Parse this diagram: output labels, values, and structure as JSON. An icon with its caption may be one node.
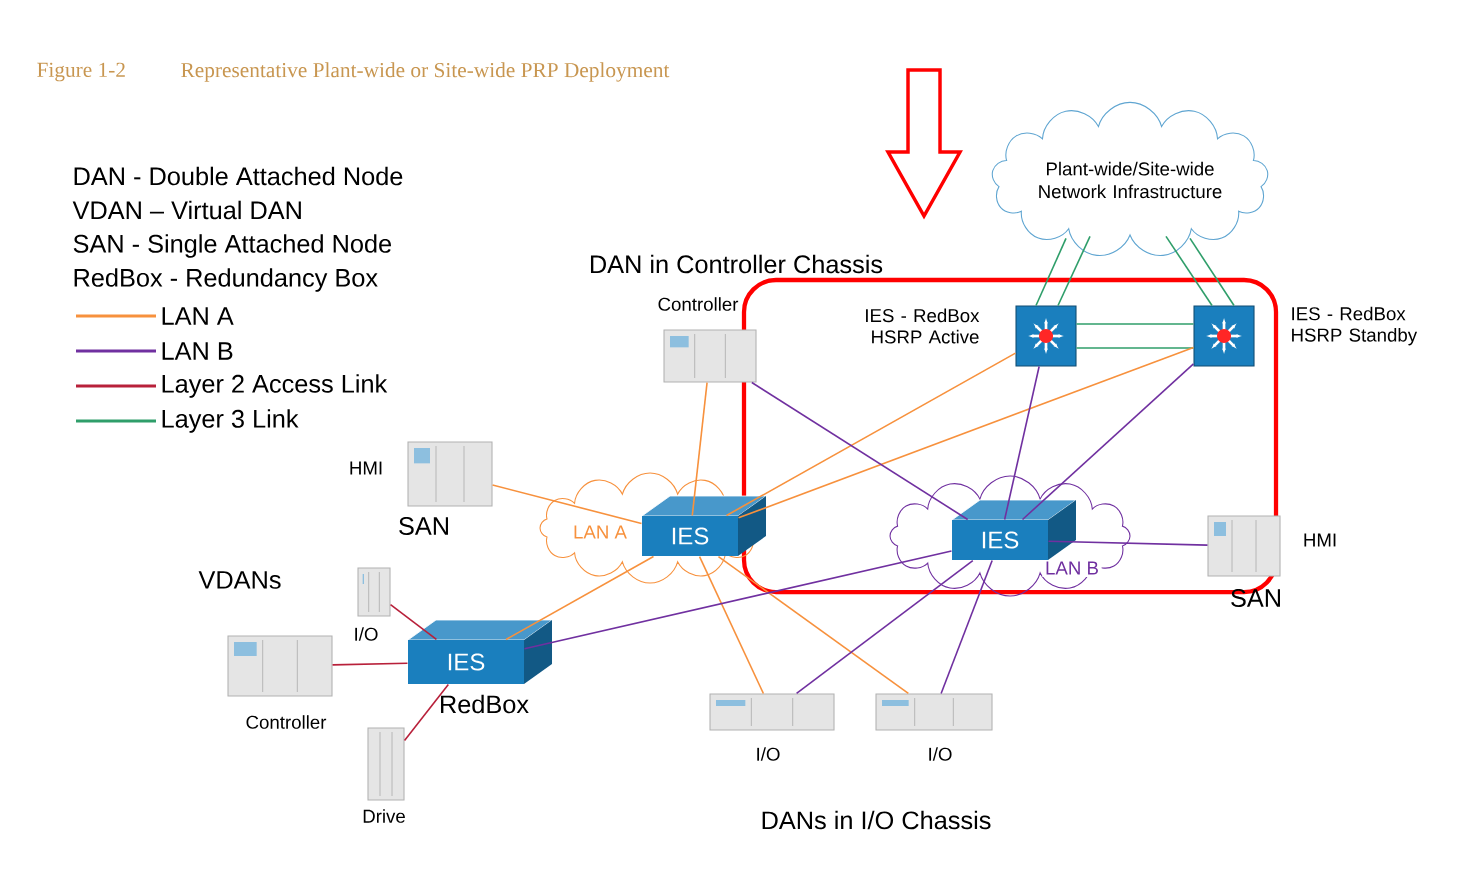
{
  "diagram": {
    "title": "Representative Plant-wide or Site-wide PRP Deployment",
    "nodes": [
      {
        "text": [
          "Plant-wide/Site-wide Network Infrastructure"
        ]
      },
      {
        "text": [
          "IES - RedBox HSRP Active"
        ]
      },
      {
        "text": [
          "IES - RedBox HSRP Standby"
        ]
      },
      {
        "text": [
          "Controller"
        ]
      },
      {
        "text": [
          "HMI"
        ],
        "beside": [
          "SAN"
        ]
      },
      {
        "text": [
          "LAN A"
        ]
      },
      {
        "text": [
          "IES"
        ],
        "in": 5
      },
      {
        "text": [
          "LAN B"
        ]
      },
      {
        "text": [
          "IES"
        ],
        "in": 7
      },
      {
        "text": [
          "HMI"
        ],
        "beside": [
          "SAN"
        ]
      },
      {
        "text": [
          "I/O"
        ]
      },
      {
        "text": [
          "Controller"
        ]
      },
      {
        "text": [
          "IES"
        ],
        "beside": [
          "RedBox"
        ]
      },
      {
        "text": [
          "Drive"
        ]
      },
      {
        "text": [
          "I/O"
        ]
      },
      {
        "text": [
          "I/O"
        ]
      }
    ],
    "edges": [
      {
        "from": 0,
        "to": 1,
        "arrow": "none",
        "color": "#2f9e6a"
      },
      {
        "from": 0,
        "to": 1,
        "arrow": "none",
        "color": "#2f9e6a"
      },
      {
        "from": 0,
        "to": 2,
        "arrow": "none",
        "color": "#2f9e6a"
      },
      {
        "from": 0,
        "to": 2,
        "arrow": "none",
        "color": "#2f9e6a"
      },
      {
        "from": 1,
        "to": 2,
        "arrow": "none",
        "color": "#2f9e6a"
      },
      {
        "from": 1,
        "to": 2,
        "arrow": "none",
        "color": "#2f9e6a"
      },
      {
        "from": 4,
        "to": 6,
        "arrow": "none",
        "color": "#f7913d"
      },
      {
        "from": 3,
        "to": 6,
        "arrow": "none",
        "color": "#f7913d"
      },
      {
        "from": 6,
        "to": 1,
        "arrow": "none",
        "color": "#f7913d"
      },
      {
        "from": 6,
        "to": 2,
        "arrow": "none",
        "color": "#f7913d"
      },
      {
        "from": 12,
        "to": 6,
        "arrow": "none",
        "color": "#f7913d"
      },
      {
        "from": 6,
        "to": 14,
        "arrow": "none",
        "color": "#f7913d"
      },
      {
        "from": 6,
        "to": 15,
        "arrow": "none",
        "color": "#f7913d"
      },
      {
        "from": 3,
        "to": 8,
        "arrow": "none",
        "color": "#7030a0"
      },
      {
        "from": 1,
        "to": 8,
        "arrow": "none",
        "color": "#7030a0"
      },
      {
        "from": 2,
        "to": 8,
        "arrow": "none",
        "color": "#7030a0"
      },
      {
        "from": 8,
        "to": 9,
        "arrow": "none",
        "color": "#7030a0"
      },
      {
        "from": 12,
        "to": 8,
        "arrow": "none",
        "color": "#7030a0"
      },
      {
        "from": 8,
        "to": 14,
        "arrow": "none",
        "color": "#7030a0"
      },
      {
        "from": 8,
        "to": 15,
        "arrow": "none",
        "color": "#7030a0"
      },
      {
        "from": 10,
        "to": 12,
        "arrow": "none",
        "color": "#b8203a"
      },
      {
        "from": 11,
        "to": 12,
        "arrow": "none",
        "color": "#b8203a"
      },
      {
        "from": 13,
        "to": 12,
        "arrow": "none",
        "color": "#b8203a"
      }
    ],
    "labels": [
      "Figure 1-2",
      "DAN - Double Attached Node",
      "VDAN – Virtual DAN",
      "SAN - Single Attached Node",
      "RedBox - Redundancy Box",
      "DAN in Controller Chassis",
      "VDANs",
      "DANs in I/O Chassis"
    ],
    "legend": [
      {
        "text": "LAN A"
      },
      {
        "text": "LAN B"
      },
      {
        "text": "Layer 2 Access Link"
      },
      {
        "text": "Layer 3 Link"
      }
    ]
  }
}
